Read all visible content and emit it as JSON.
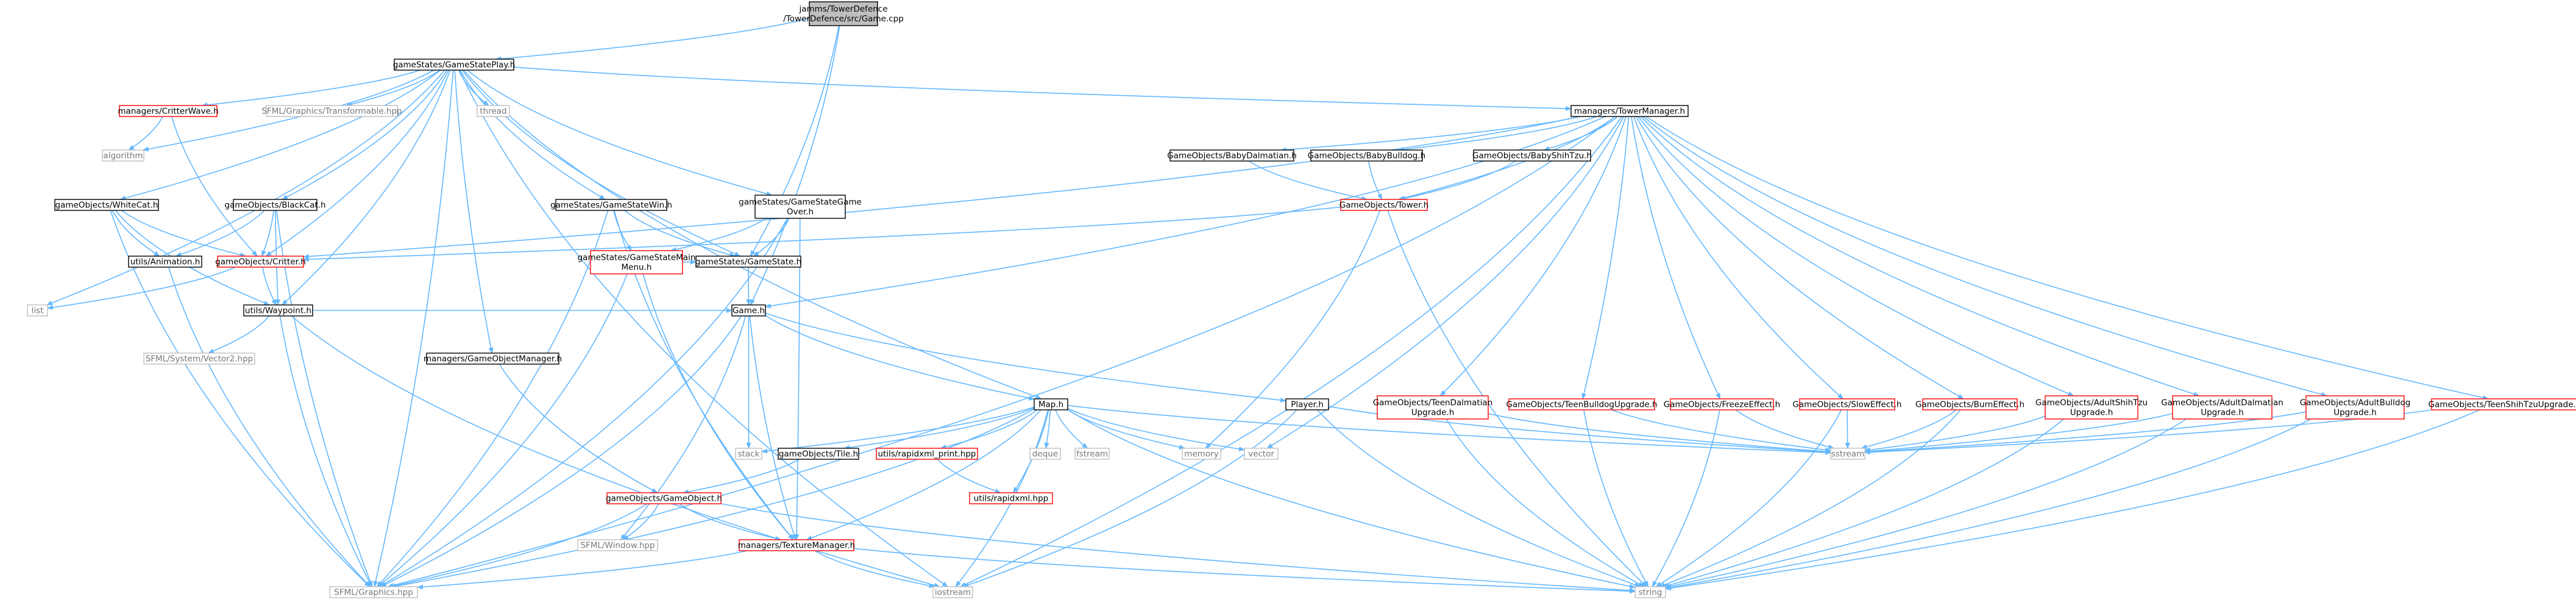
{
  "colors": {
    "edge": "#63b8ff",
    "root_fill": "#bfbfbf",
    "box_border": "#000000",
    "red_border": "#ff0000",
    "gray_text": "#777777"
  },
  "nodes": [
    {
      "id": "root",
      "lines": [
        "jamms/TowerDefence",
        "/TowerDefence/src/Game.cpp"
      ],
      "style": "root"
    },
    {
      "id": "gsplay",
      "lines": [
        "gameStates/GameStatePlay.h"
      ],
      "style": "black"
    },
    {
      "id": "towermgr",
      "lines": [
        "managers/TowerManager.h"
      ],
      "style": "black"
    },
    {
      "id": "critterwave",
      "lines": [
        "managers/CritterWave.h"
      ],
      "style": "red"
    },
    {
      "id": "transformable",
      "lines": [
        "SFML/Graphics/Transformable.hpp"
      ],
      "style": "gray"
    },
    {
      "id": "thread",
      "lines": [
        "thread"
      ],
      "style": "gray"
    },
    {
      "id": "algorithm",
      "lines": [
        "algorithm"
      ],
      "style": "gray"
    },
    {
      "id": "whitecat",
      "lines": [
        "gameObjects/WhiteCat.h"
      ],
      "style": "black"
    },
    {
      "id": "blackcat",
      "lines": [
        "gameObjects/BlackCat.h"
      ],
      "style": "black"
    },
    {
      "id": "gswin",
      "lines": [
        "gameStates/GameStateWin.h"
      ],
      "style": "black"
    },
    {
      "id": "gsgameover",
      "lines": [
        "gameStates/GameStateGame",
        "Over.h"
      ],
      "style": "black"
    },
    {
      "id": "gsmainmenu",
      "lines": [
        "gameStates/GameStateMain",
        "Menu.h"
      ],
      "style": "red"
    },
    {
      "id": "gamestate",
      "lines": [
        "gameStates/GameState.h"
      ],
      "style": "black"
    },
    {
      "id": "animation",
      "lines": [
        "utils/Animation.h"
      ],
      "style": "black"
    },
    {
      "id": "critter",
      "lines": [
        "gameObjects/Critter.h"
      ],
      "style": "red"
    },
    {
      "id": "list",
      "lines": [
        "list"
      ],
      "style": "gray"
    },
    {
      "id": "waypoint",
      "lines": [
        "utils/Waypoint.h"
      ],
      "style": "black"
    },
    {
      "id": "vector2",
      "lines": [
        "SFML/System/Vector2.hpp"
      ],
      "style": "gray"
    },
    {
      "id": "game",
      "lines": [
        "Game.h"
      ],
      "style": "black"
    },
    {
      "id": "gomanager",
      "lines": [
        "managers/GameObjectManager.h"
      ],
      "style": "black"
    },
    {
      "id": "map",
      "lines": [
        "Map.h"
      ],
      "style": "black"
    },
    {
      "id": "player",
      "lines": [
        "Player.h"
      ],
      "style": "black"
    },
    {
      "id": "stack",
      "lines": [
        "stack"
      ],
      "style": "gray"
    },
    {
      "id": "tile",
      "lines": [
        "gameObjects/Tile.h"
      ],
      "style": "black"
    },
    {
      "id": "rapidprint",
      "lines": [
        "utils/rapidxml_print.hpp"
      ],
      "style": "red"
    },
    {
      "id": "rapidxml",
      "lines": [
        "utils/rapidxml.hpp"
      ],
      "style": "red"
    },
    {
      "id": "deque",
      "lines": [
        "deque"
      ],
      "style": "gray"
    },
    {
      "id": "fstream",
      "lines": [
        "fstream"
      ],
      "style": "gray"
    },
    {
      "id": "memory",
      "lines": [
        "memory"
      ],
      "style": "gray"
    },
    {
      "id": "vector",
      "lines": [
        "vector"
      ],
      "style": "gray"
    },
    {
      "id": "gameobject",
      "lines": [
        "gameObjects/GameObject.h"
      ],
      "style": "red"
    },
    {
      "id": "window",
      "lines": [
        "SFML/Window.hpp"
      ],
      "style": "gray"
    },
    {
      "id": "texturemgr",
      "lines": [
        "managers/TextureManager.h"
      ],
      "style": "red"
    },
    {
      "id": "graphics",
      "lines": [
        "SFML/Graphics.hpp"
      ],
      "style": "gray"
    },
    {
      "id": "iostream",
      "lines": [
        "iostream"
      ],
      "style": "gray"
    },
    {
      "id": "string",
      "lines": [
        "string"
      ],
      "style": "gray"
    },
    {
      "id": "sstream",
      "lines": [
        "sstream"
      ],
      "style": "gray"
    },
    {
      "id": "babydalmatian",
      "lines": [
        "GameObjects/BabyDalmatian.h"
      ],
      "style": "black"
    },
    {
      "id": "babybulldog",
      "lines": [
        "GameObjects/BabyBulldog.h"
      ],
      "style": "black"
    },
    {
      "id": "babyshihtzu",
      "lines": [
        "GameObjects/BabyShihTzu.h"
      ],
      "style": "black"
    },
    {
      "id": "tower",
      "lines": [
        "GameObjects/Tower.h"
      ],
      "style": "red"
    },
    {
      "id": "teendalmatian",
      "lines": [
        "GameObjects/TeenDalmatian",
        "Upgrade.h"
      ],
      "style": "red"
    },
    {
      "id": "teenbulldog",
      "lines": [
        "GameObjects/TeenBulldogUpgrade.h"
      ],
      "style": "red"
    },
    {
      "id": "freeze",
      "lines": [
        "GameObjects/FreezeEffect.h"
      ],
      "style": "red"
    },
    {
      "id": "slow",
      "lines": [
        "GameObjects/SlowEffect.h"
      ],
      "style": "red"
    },
    {
      "id": "burn",
      "lines": [
        "GameObjects/BurnEffect.h"
      ],
      "style": "red"
    },
    {
      "id": "adultshihtzu",
      "lines": [
        "GameObjects/AdultShihTzu",
        "Upgrade.h"
      ],
      "style": "red"
    },
    {
      "id": "adultdalmatian",
      "lines": [
        "GameObjects/AdultDalmatian",
        "Upgrade.h"
      ],
      "style": "red"
    },
    {
      "id": "adultbulldog",
      "lines": [
        "GameObjects/AdultBulldog",
        "Upgrade.h"
      ],
      "style": "red"
    },
    {
      "id": "teenshihtzu",
      "lines": [
        "GameObjects/TeenShihTzuUpgrade.h"
      ],
      "style": "red"
    }
  ],
  "edges": [
    [
      "root",
      "gsplay"
    ],
    [
      "root",
      "gamestate"
    ],
    [
      "root",
      "game"
    ],
    [
      "gsplay",
      "towermgr"
    ],
    [
      "gsplay",
      "critterwave"
    ],
    [
      "gsplay",
      "transformable"
    ],
    [
      "gsplay",
      "thread"
    ],
    [
      "gsplay",
      "algorithm"
    ],
    [
      "gsplay",
      "whitecat"
    ],
    [
      "gsplay",
      "blackcat"
    ],
    [
      "gsplay",
      "gswin"
    ],
    [
      "gsplay",
      "gsgameover"
    ],
    [
      "gsplay",
      "gamestate"
    ],
    [
      "gsplay",
      "list"
    ],
    [
      "gsplay",
      "waypoint"
    ],
    [
      "gsplay",
      "gomanager"
    ],
    [
      "gsplay",
      "map"
    ],
    [
      "gsplay",
      "graphics"
    ],
    [
      "gsplay",
      "iostream"
    ],
    [
      "gsplay",
      "critter"
    ],
    [
      "critterwave",
      "algorithm"
    ],
    [
      "critterwave",
      "critter"
    ],
    [
      "whitecat",
      "critter"
    ],
    [
      "whitecat",
      "animation"
    ],
    [
      "whitecat",
      "waypoint"
    ],
    [
      "whitecat",
      "graphics"
    ],
    [
      "blackcat",
      "critter"
    ],
    [
      "blackcat",
      "animation"
    ],
    [
      "blackcat",
      "waypoint"
    ],
    [
      "blackcat",
      "graphics"
    ],
    [
      "gswin",
      "gamestate"
    ],
    [
      "gswin",
      "gsmainmenu"
    ],
    [
      "gswin",
      "graphics"
    ],
    [
      "gswin",
      "texturemgr"
    ],
    [
      "gsgameover",
      "gsmainmenu"
    ],
    [
      "gsgameover",
      "gamestate"
    ],
    [
      "gsgameover",
      "graphics"
    ],
    [
      "gsgameover",
      "texturemgr"
    ],
    [
      "gsmainmenu",
      "gamestate"
    ],
    [
      "gsmainmenu",
      "graphics"
    ],
    [
      "gsmainmenu",
      "texturemgr"
    ],
    [
      "gamestate",
      "game"
    ],
    [
      "animation",
      "graphics"
    ],
    [
      "critter",
      "list"
    ],
    [
      "critter",
      "waypoint"
    ],
    [
      "waypoint",
      "vector2"
    ],
    [
      "waypoint",
      "graphics"
    ],
    [
      "waypoint",
      "game"
    ],
    [
      "waypoint",
      "iostream"
    ],
    [
      "game",
      "map"
    ],
    [
      "game",
      "player"
    ],
    [
      "game",
      "stack"
    ],
    [
      "game",
      "graphics"
    ],
    [
      "game",
      "window"
    ],
    [
      "game",
      "texturemgr"
    ],
    [
      "gomanager",
      "gameobject"
    ],
    [
      "map",
      "tile"
    ],
    [
      "map",
      "rapidprint"
    ],
    [
      "map",
      "deque"
    ],
    [
      "map",
      "fstream"
    ],
    [
      "map",
      "memory"
    ],
    [
      "map",
      "vector"
    ],
    [
      "map",
      "sstream"
    ],
    [
      "map",
      "iostream"
    ],
    [
      "map",
      "string"
    ],
    [
      "map",
      "rapidxml"
    ],
    [
      "map",
      "stack"
    ],
    [
      "map",
      "graphics"
    ],
    [
      "map",
      "texturemgr"
    ],
    [
      "player",
      "sstream"
    ],
    [
      "player",
      "iostream"
    ],
    [
      "player",
      "string"
    ],
    [
      "tile",
      "gameobject"
    ],
    [
      "rapidprint",
      "rapidxml"
    ],
    [
      "gameobject",
      "window"
    ],
    [
      "gameobject",
      "graphics"
    ],
    [
      "gameobject",
      "texturemgr"
    ],
    [
      "gameobject",
      "string"
    ],
    [
      "texturemgr",
      "graphics"
    ],
    [
      "texturemgr",
      "iostream"
    ],
    [
      "texturemgr",
      "string"
    ],
    [
      "towermgr",
      "babydalmatian"
    ],
    [
      "towermgr",
      "babybulldog"
    ],
    [
      "towermgr",
      "babyshihtzu"
    ],
    [
      "towermgr",
      "tower"
    ],
    [
      "towermgr",
      "teendalmatian"
    ],
    [
      "towermgr",
      "teenbulldog"
    ],
    [
      "towermgr",
      "freeze"
    ],
    [
      "towermgr",
      "slow"
    ],
    [
      "towermgr",
      "burn"
    ],
    [
      "towermgr",
      "adultshihtzu"
    ],
    [
      "towermgr",
      "adultdalmatian"
    ],
    [
      "towermgr",
      "adultbulldog"
    ],
    [
      "towermgr",
      "teenshihtzu"
    ],
    [
      "towermgr",
      "game"
    ],
    [
      "towermgr",
      "graphics"
    ],
    [
      "towermgr",
      "iostream"
    ],
    [
      "towermgr",
      "vector"
    ],
    [
      "towermgr",
      "critter"
    ],
    [
      "babydalmatian",
      "tower"
    ],
    [
      "babybulldog",
      "tower"
    ],
    [
      "babyshihtzu",
      "tower"
    ],
    [
      "tower",
      "critter"
    ],
    [
      "tower",
      "memory"
    ],
    [
      "tower",
      "string"
    ],
    [
      "teendalmatian",
      "sstream"
    ],
    [
      "teendalmatian",
      "string"
    ],
    [
      "teenbulldog",
      "sstream"
    ],
    [
      "teenbulldog",
      "string"
    ],
    [
      "freeze",
      "sstream"
    ],
    [
      "freeze",
      "string"
    ],
    [
      "slow",
      "sstream"
    ],
    [
      "slow",
      "string"
    ],
    [
      "burn",
      "sstream"
    ],
    [
      "burn",
      "string"
    ],
    [
      "adultshihtzu",
      "sstream"
    ],
    [
      "adultshihtzu",
      "string"
    ],
    [
      "adultdalmatian",
      "sstream"
    ],
    [
      "adultdalmatian",
      "string"
    ],
    [
      "adultbulldog",
      "sstream"
    ],
    [
      "adultbulldog",
      "string"
    ],
    [
      "teenshihtzu",
      "sstream"
    ],
    [
      "teenshihtzu",
      "string"
    ]
  ]
}
